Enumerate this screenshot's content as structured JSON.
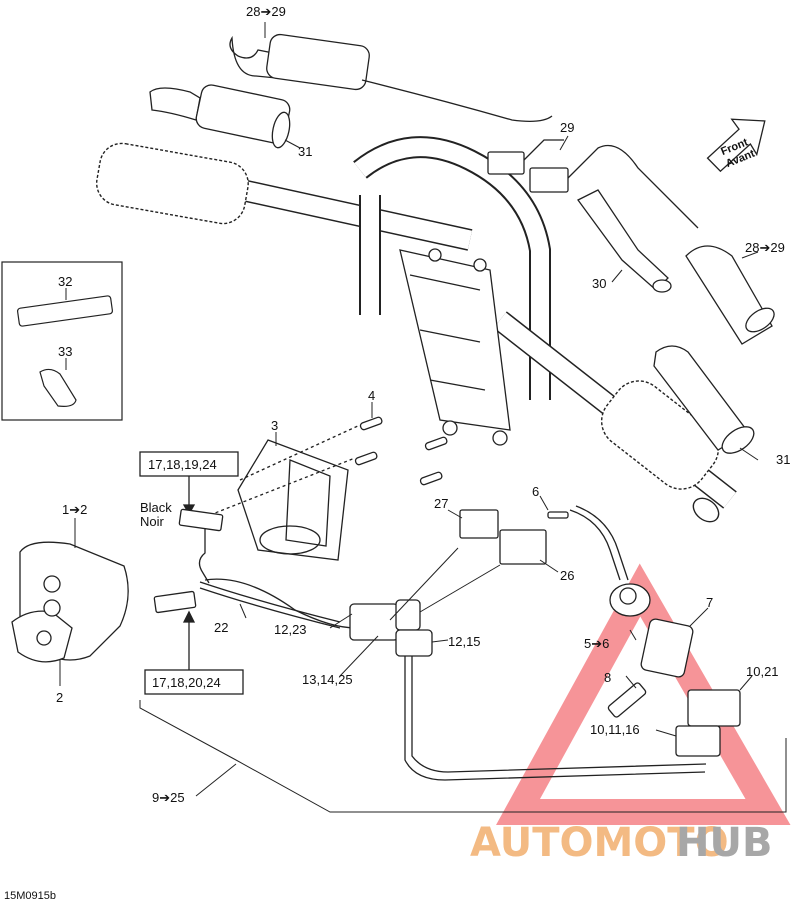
{
  "callouts": {
    "c28_29_top": "28➔29",
    "c31_top": "31",
    "c29": "29",
    "c28_29_right": "28➔29",
    "c30": "30",
    "c32": "32",
    "c33": "33",
    "c31_right": "31",
    "c4": "4",
    "c3": "3",
    "c27": "27",
    "c6": "6",
    "c26": "26",
    "c1_2": "1➔2",
    "c2": "2",
    "c22": "22",
    "c12_23": "12,23",
    "c12_15": "12,15",
    "c13_14_25": "13,14,25",
    "c7": "7",
    "c5_6": "5➔6",
    "c8": "8",
    "c10_21": "10,21",
    "c10_11_16": "10,11,16",
    "c9_25": "9➔25",
    "box_top": "17,18,19,24",
    "box_bottom": "17,18,20,24"
  },
  "connector_color": {
    "line1": "Black",
    "line2": "Noir"
  },
  "front_arrow": {
    "line1": "Front",
    "line2": "Avant"
  },
  "drawing_id": "15M0915b",
  "watermark": {
    "part1": "AUTOMOTO",
    "part2": "HUB"
  },
  "colors": {
    "line": "#222222",
    "watermark_red": "#e8555a",
    "watermark_orange": "#f0a35a",
    "watermark_gray": "#888888"
  }
}
